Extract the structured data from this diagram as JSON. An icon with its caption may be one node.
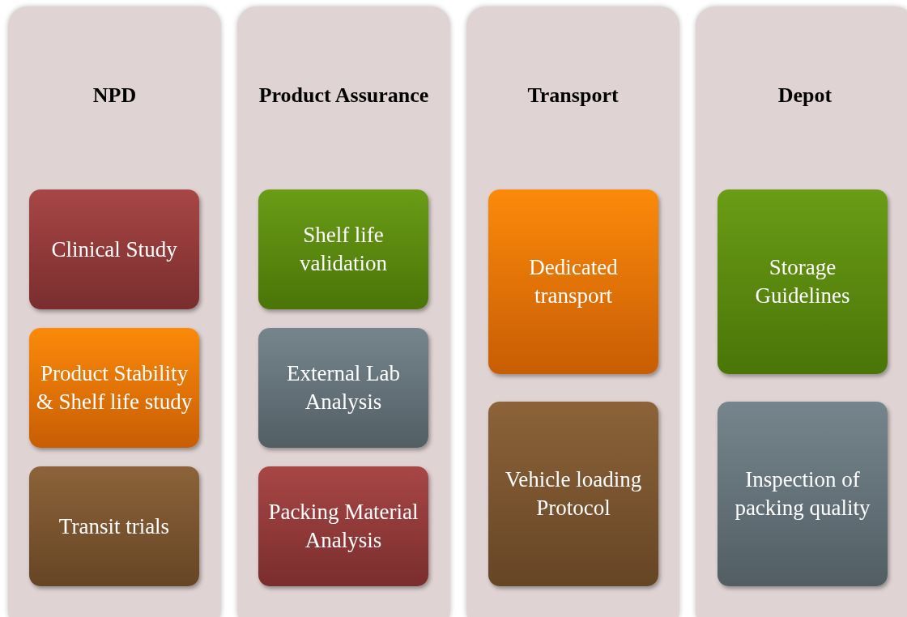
{
  "diagram": {
    "nodes": [
      {
        "text": [
          "NPD"
        ]
      },
      {
        "text": [
          "Clinical Study"
        ],
        "in": 0
      },
      {
        "text": [
          "Product Stability & Shelf life study"
        ],
        "in": 0
      },
      {
        "text": [
          "Transit trials"
        ],
        "in": 0
      },
      {
        "text": [
          "Product Assurance"
        ]
      },
      {
        "text": [
          "Shelf life validation"
        ],
        "in": 4
      },
      {
        "text": [
          "External Lab Analysis"
        ],
        "in": 4
      },
      {
        "text": [
          "Packing Material Analysis"
        ],
        "in": 4
      },
      {
        "text": [
          "Transport"
        ]
      },
      {
        "text": [
          "Dedicated transport"
        ],
        "in": 8
      },
      {
        "text": [
          "Vehicle loading Protocol"
        ],
        "in": 8
      },
      {
        "text": [
          "Depot"
        ]
      },
      {
        "text": [
          "Storage Guidelines"
        ],
        "in": 11
      },
      {
        "text": [
          "Inspection of packing quality"
        ],
        "in": 11
      }
    ]
  }
}
